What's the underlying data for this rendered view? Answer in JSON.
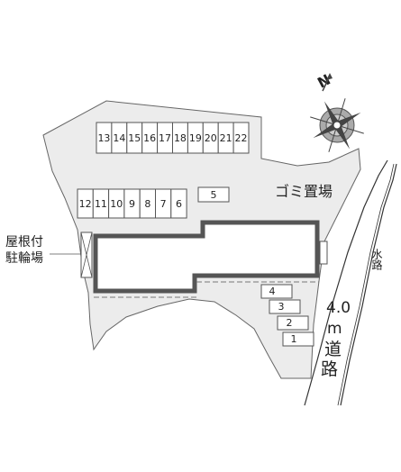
{
  "compass": {
    "north_label": "N"
  },
  "parking_top_row": [
    "13",
    "14",
    "15",
    "16",
    "17",
    "18",
    "19",
    "20",
    "21",
    "22"
  ],
  "parking_mid_row": [
    "12",
    "11",
    "10",
    "9",
    "8",
    "7",
    "6"
  ],
  "parking_single": "5",
  "parking_right": [
    "4",
    "3",
    "2",
    "1"
  ],
  "labels": {
    "garbage": "ゴミ置場",
    "bike_line1": "屋根付",
    "bike_line2": "駐輪場",
    "waterway": "水路",
    "road_width": "4.0",
    "road_unit": "m",
    "road_line1": "道",
    "road_line2": "路"
  },
  "colors": {
    "lot_fill": "#ececec",
    "lot_edge": "#666666",
    "building_stroke": "#555555",
    "slot_stroke": "#555555",
    "road_line": "#333333"
  }
}
